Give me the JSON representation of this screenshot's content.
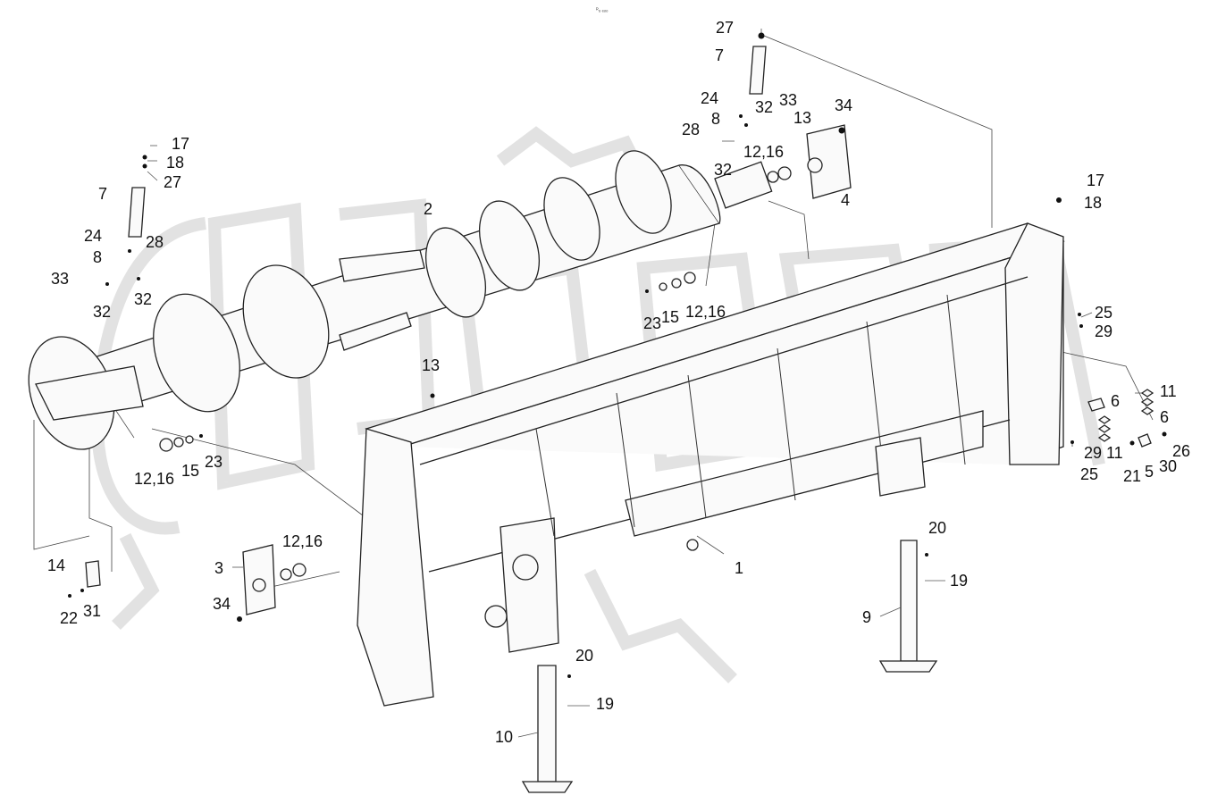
{
  "header_mark": "ᴿᵤ ₑₒₒ",
  "watermark": "OREX",
  "callouts": {
    "c27a": "27",
    "c7a": "7",
    "c24a": "24",
    "c33a": "33",
    "c32a": "32",
    "c8a": "8",
    "c13a": "13",
    "c34a": "34",
    "c28a": "28",
    "c1216a": "12,16",
    "c32b": "32",
    "c4": "4",
    "c17a": "17",
    "c18a": "18",
    "c27b": "27",
    "c7b": "7",
    "c24b": "24",
    "c28b": "28",
    "c8b": "8",
    "c33b": "33",
    "c32c": "32",
    "c32d": "32",
    "c2": "2",
    "c17b": "17",
    "c18b": "18",
    "c25a": "25",
    "c29a": "29",
    "c23a": "23",
    "c15a": "15",
    "c1216b": "12,16",
    "c13b": "13",
    "c11a": "11",
    "c6a": "6",
    "c6b": "6",
    "c29b": "29",
    "c11b": "11",
    "c26": "26",
    "c25b": "25",
    "c21": "21",
    "c5": "5",
    "c30": "30",
    "c1216c": "12,16",
    "c15b": "15",
    "c23b": "23",
    "c20a": "20",
    "c19a": "19",
    "c9": "9",
    "c1": "1",
    "c1216d": "12,16",
    "c3": "3",
    "c34b": "34",
    "c14": "14",
    "c22": "22",
    "c31": "31",
    "c20b": "20",
    "c19b": "19",
    "c10": "10"
  }
}
